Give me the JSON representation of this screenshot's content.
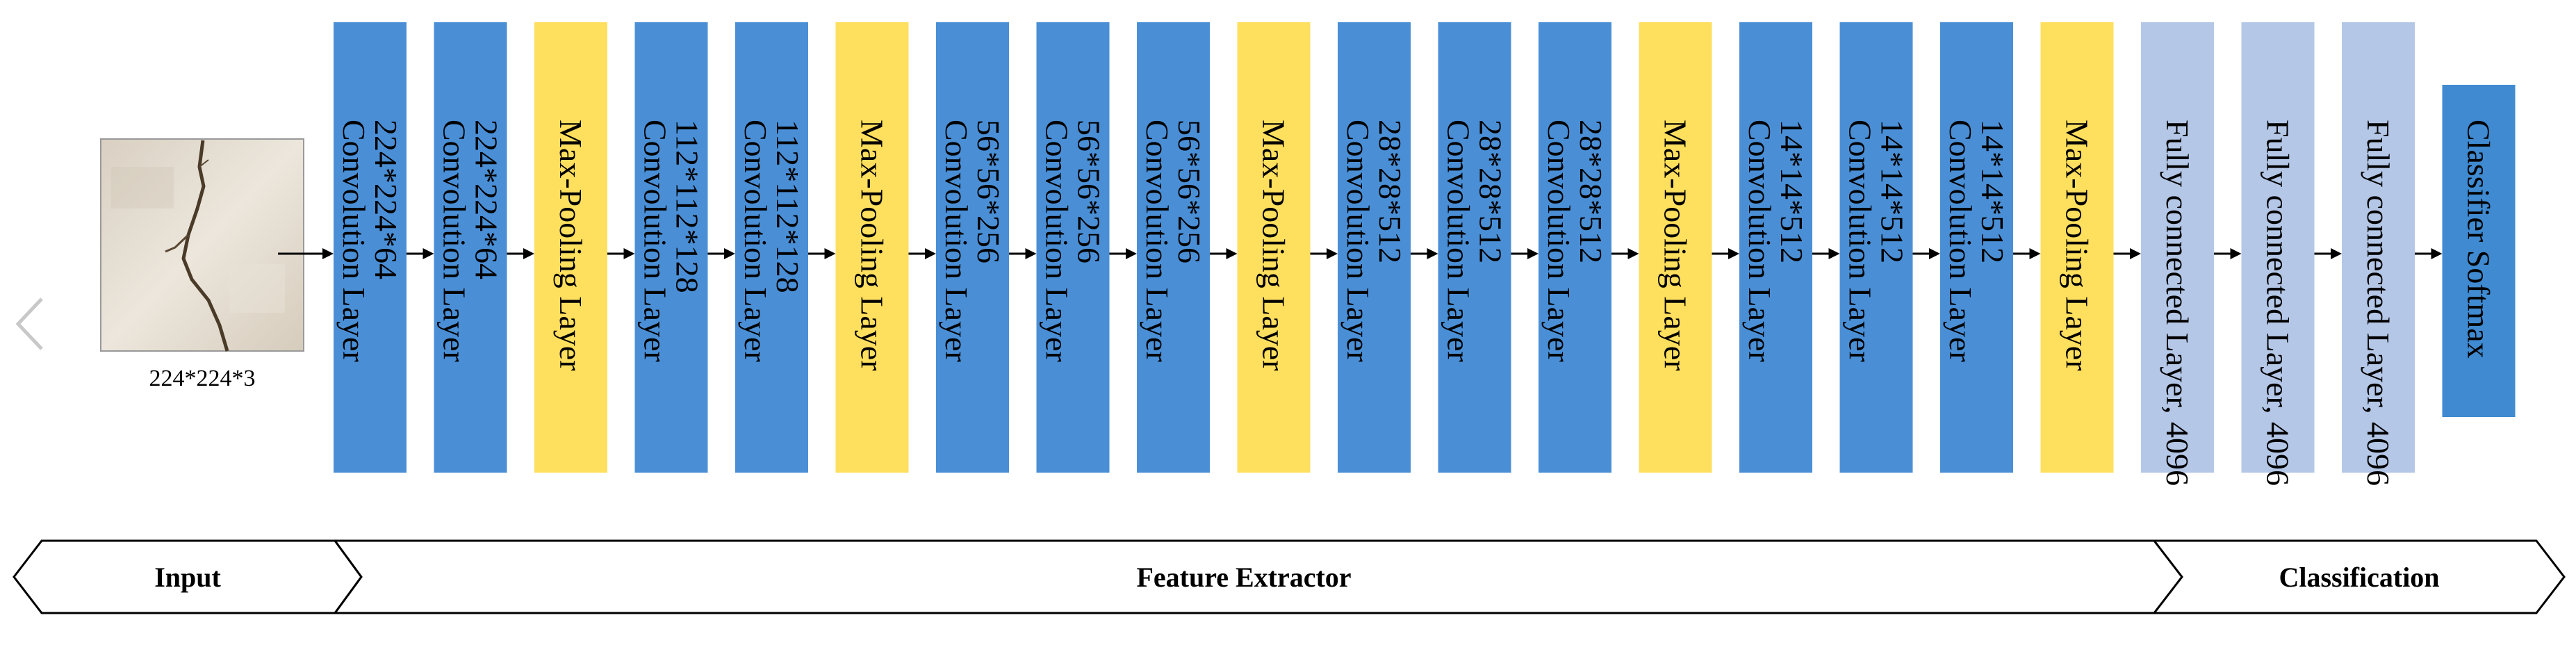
{
  "input": {
    "caption": "224*224*3"
  },
  "layers": [
    {
      "type": "conv",
      "lines": [
        "Convolution Layer",
        "224*224*64"
      ]
    },
    {
      "type": "conv",
      "lines": [
        "Convolution Layer",
        "224*224*64"
      ]
    },
    {
      "type": "pool",
      "lines": [
        "Max-Pooling Layer"
      ]
    },
    {
      "type": "conv",
      "lines": [
        "Convolution Layer",
        "112*112*128"
      ]
    },
    {
      "type": "conv",
      "lines": [
        "Convolution Layer",
        "112*112*128"
      ]
    },
    {
      "type": "pool",
      "lines": [
        "Max-Pooling Layer"
      ]
    },
    {
      "type": "conv",
      "lines": [
        "Convolution Layer",
        "56*56*256"
      ]
    },
    {
      "type": "conv",
      "lines": [
        "Convolution Layer",
        "56*56*256"
      ]
    },
    {
      "type": "conv",
      "lines": [
        "Convolution Layer",
        "56*56*256"
      ]
    },
    {
      "type": "pool",
      "lines": [
        "Max-Pooling Layer"
      ]
    },
    {
      "type": "conv",
      "lines": [
        "Convolution Layer",
        "28*28*512"
      ]
    },
    {
      "type": "conv",
      "lines": [
        "Convolution Layer",
        "28*28*512"
      ]
    },
    {
      "type": "conv",
      "lines": [
        "Convolution Layer",
        "28*28*512"
      ]
    },
    {
      "type": "pool",
      "lines": [
        "Max-Pooling Layer"
      ]
    },
    {
      "type": "conv",
      "lines": [
        "Convolution Layer",
        "14*14*512"
      ]
    },
    {
      "type": "conv",
      "lines": [
        "Convolution Layer",
        "14*14*512"
      ]
    },
    {
      "type": "conv",
      "lines": [
        "Convolution Layer",
        "14*14*512"
      ]
    },
    {
      "type": "pool",
      "lines": [
        "Max-Pooling Layer"
      ]
    },
    {
      "type": "fc",
      "lines": [
        "Fully connected Layer, 4096"
      ]
    },
    {
      "type": "fc",
      "lines": [
        "Fully connected Layer, 4096"
      ]
    },
    {
      "type": "fc",
      "lines": [
        "Fully connected Layer, 4096"
      ]
    },
    {
      "type": "softmax",
      "lines": [
        "Classifier Softmax"
      ]
    }
  ],
  "stages": [
    {
      "label": "Input"
    },
    {
      "label": "Feature Extractor"
    },
    {
      "label": "Classification"
    }
  ],
  "colors": {
    "conv": "#4a8fd6",
    "pool": "#ffdf5e",
    "fc": "#b4c7e7",
    "softmax": "#3f8ad0",
    "arrow": "#000000",
    "stage_outline": "#000000",
    "nav": "#c8c8c8"
  },
  "nav": {
    "icon": "chevron-left-icon"
  }
}
